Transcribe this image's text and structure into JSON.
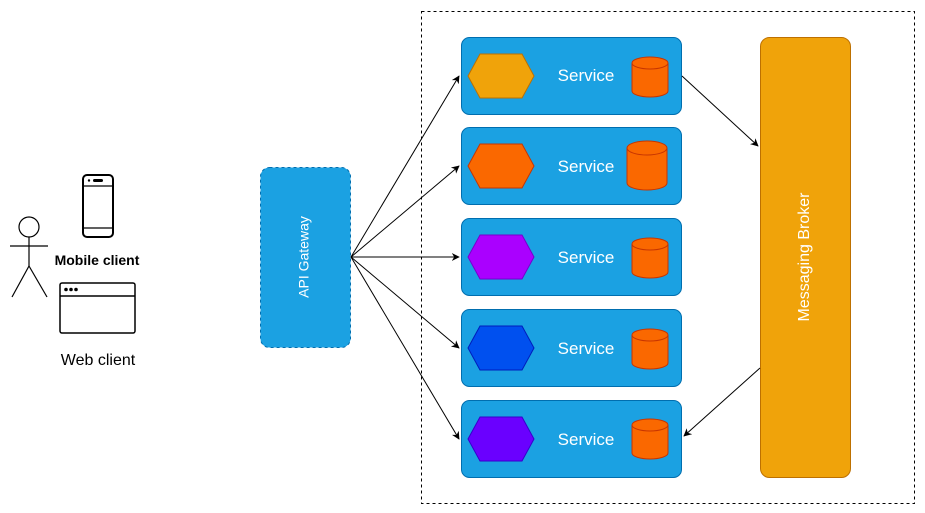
{
  "diagram": {
    "clients": {
      "mobile_label": "Mobile client",
      "web_label": "Web client"
    },
    "gateway": {
      "label": "API Gateway"
    },
    "services": [
      {
        "label": "Service",
        "hex_color": "#F0A30A",
        "hex_stroke": "#BD7000"
      },
      {
        "label": "Service",
        "hex_color": "#FA6800",
        "hex_stroke": "#C73500"
      },
      {
        "label": "Service",
        "hex_color": "#AA00FF",
        "hex_stroke": "#7700CC"
      },
      {
        "label": "Service",
        "hex_color": "#0050EF",
        "hex_stroke": "#001DBC"
      },
      {
        "label": "Service",
        "hex_color": "#6A00FF",
        "hex_stroke": "#3700CC"
      }
    ],
    "broker": {
      "label": "Messaging Broker"
    },
    "colors": {
      "service_fill": "#1BA1E2",
      "service_stroke": "#006EAF",
      "database_fill": "#FA6800",
      "database_stroke": "#C73500",
      "broker_fill": "#F0A30A",
      "broker_stroke": "#BD7000",
      "gateway_fill": "#1BA1E2",
      "gateway_stroke": "#006EAF"
    }
  }
}
